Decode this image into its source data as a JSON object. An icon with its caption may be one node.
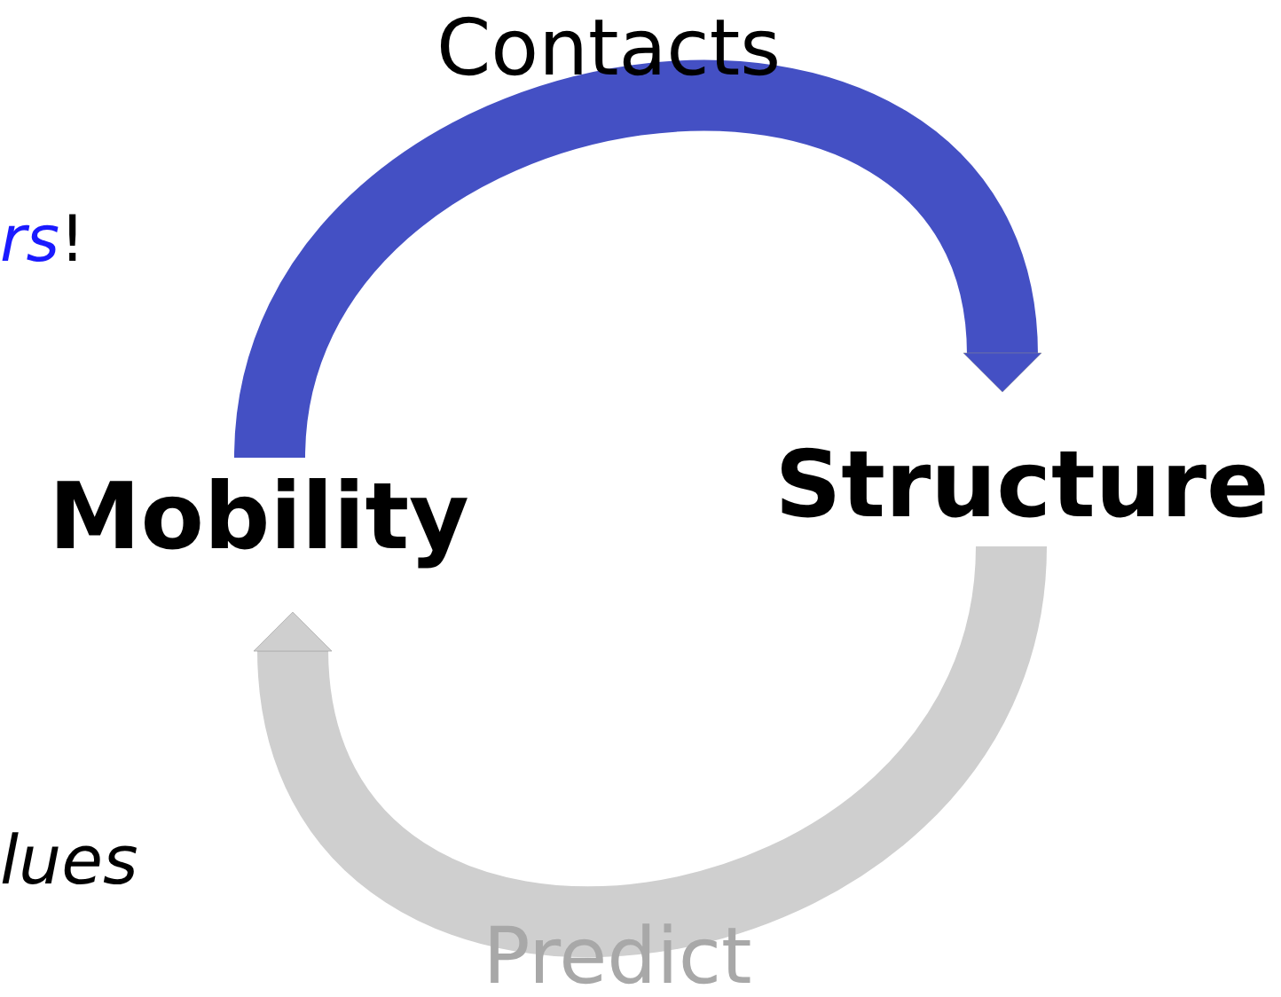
{
  "diagram": {
    "nodes": [
      {
        "text": [
          "Mobility"
        ]
      },
      {
        "text": [
          "Structure"
        ]
      }
    ],
    "edges": [
      {
        "from": 0,
        "to": 1,
        "arrow": "to",
        "label": "Contacts",
        "color": "#4450c4"
      },
      {
        "from": 1,
        "to": 0,
        "arrow": "to",
        "label": "Predict",
        "color": "#cfcfcf"
      }
    ],
    "labels": [
      "rs",
      "!",
      "lues"
    ]
  }
}
